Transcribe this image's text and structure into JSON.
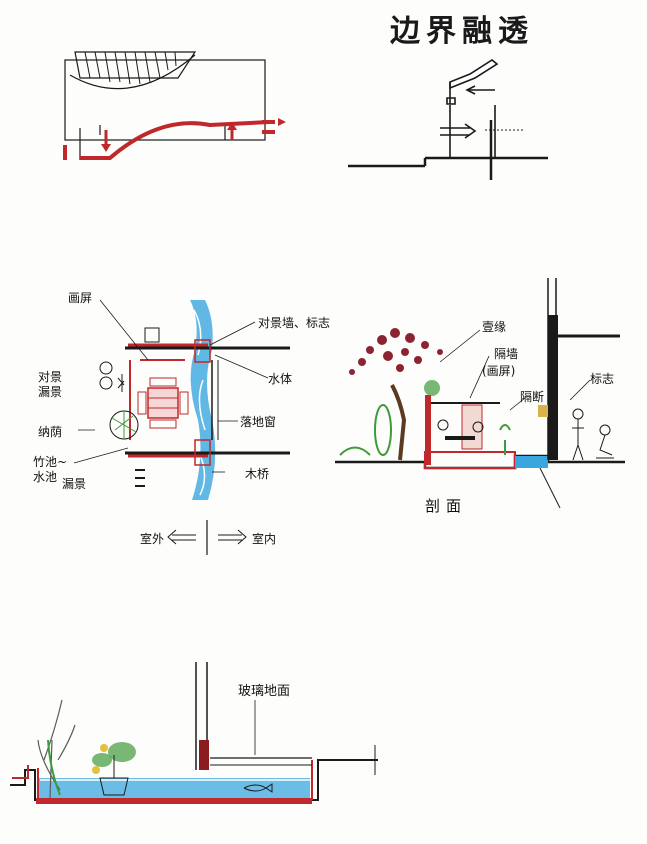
{
  "title": "边界融透",
  "plan": {
    "labels": {
      "hua_ping": "画屏",
      "dui_jing_qiang": "对景墙、标志",
      "dui_jing_lou_jing": "对景\n漏景",
      "shui_ti": "水体",
      "na_yin": "纳荫",
      "luo_di_chuang": "落地窗",
      "zhu_chi_shui_chi": "竹池~\n水池",
      "lou_jing": "漏景",
      "mu_qiao": "木桥"
    },
    "legend": {
      "outdoor": "室外",
      "indoor": "室内"
    }
  },
  "section": {
    "labels": {
      "xi_yuan": "壹缘",
      "ge_qiang": "隔墙",
      "hua_ping": "(画屏)",
      "ge_duan": "隔断",
      "biao_zhi": "标志"
    },
    "caption": "剖面"
  },
  "glass": {
    "label": "玻璃地面"
  },
  "colors": {
    "red": "#c0282b",
    "blue": "#3aa6e0",
    "green": "#3f9a3a",
    "ink": "#1a1a1a"
  }
}
